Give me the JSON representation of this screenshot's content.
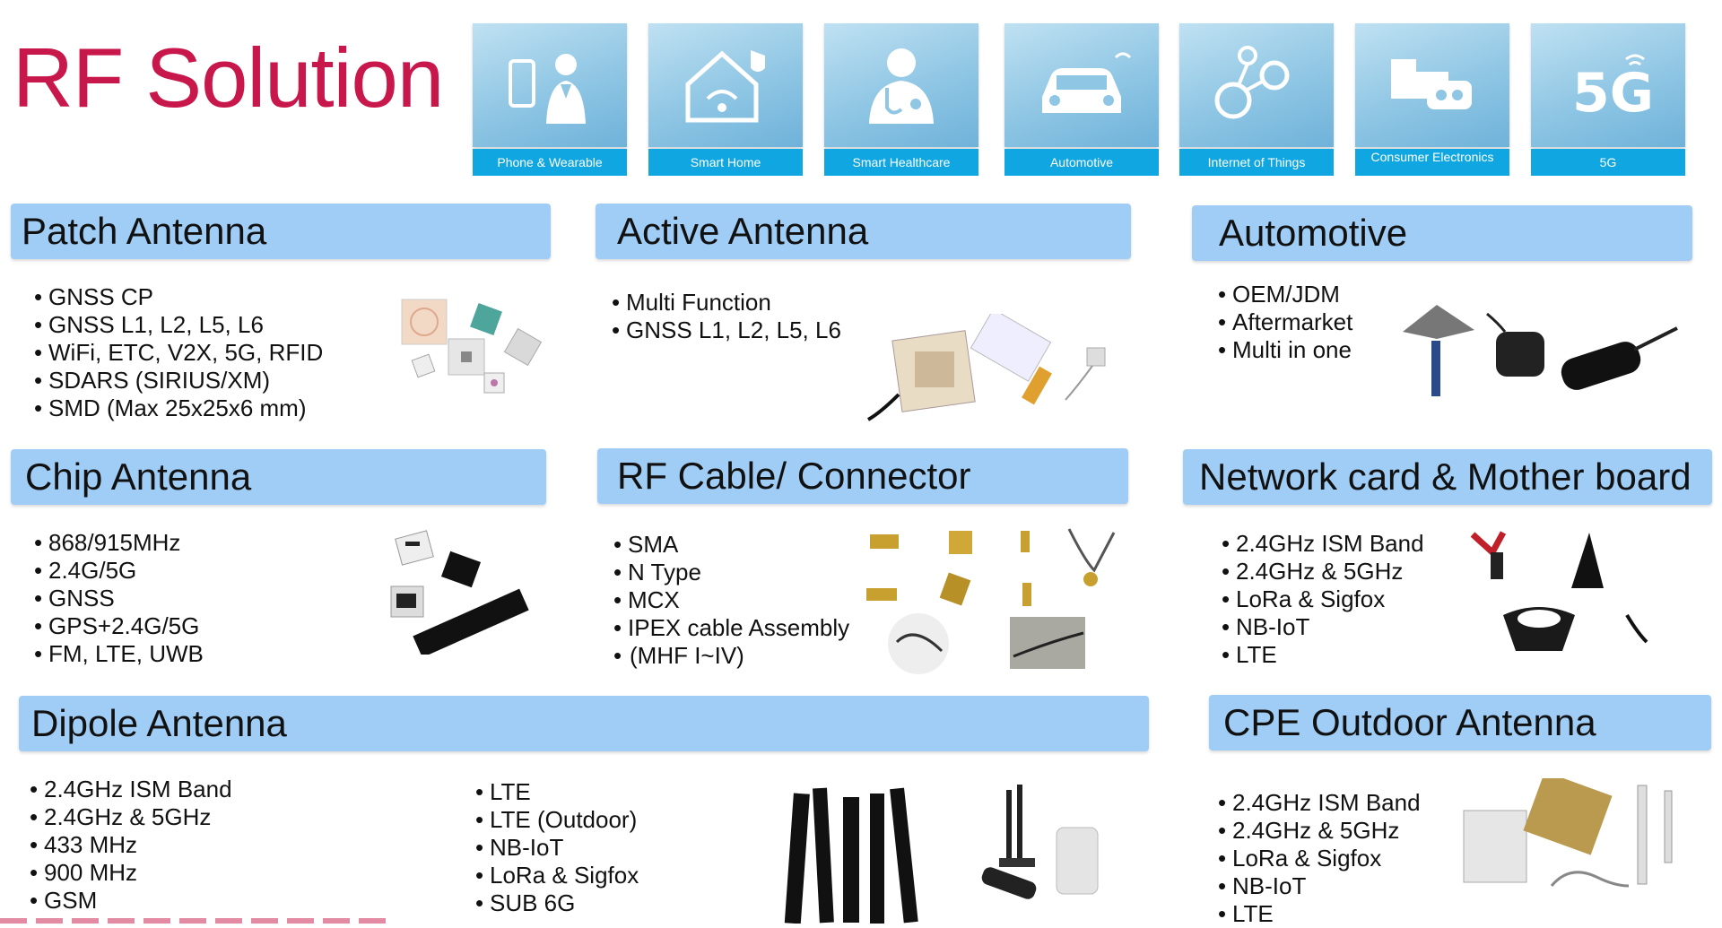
{
  "title": "RF Solution",
  "categories": [
    {
      "label": "Phone & Wearable",
      "icon": "phone-wearable-icon"
    },
    {
      "label": "Smart Home",
      "icon": "smart-home-icon"
    },
    {
      "label": "Smart Healthcare",
      "icon": "healthcare-icon"
    },
    {
      "label": "Automotive",
      "icon": "car-icon"
    },
    {
      "label": "Internet of Things",
      "icon": "iot-icon"
    },
    {
      "label": "Consumer Electronics",
      "icon": "consumer-electronics-icon"
    },
    {
      "label": "5G",
      "icon": "5g-icon"
    }
  ],
  "sections": {
    "patch": {
      "title": "Patch Antenna",
      "items": [
        "GNSS CP",
        "GNSS L1, L2, L5, L6",
        "WiFi, ETC, V2X, 5G, RFID",
        "SDARS (SIRIUS/XM)",
        "SMD (Max 25x25x6 mm)"
      ]
    },
    "active": {
      "title": "Active Antenna",
      "items": [
        "Multi Function",
        "GNSS L1, L2, L5, L6"
      ]
    },
    "automotive": {
      "title": "Automotive",
      "items": [
        "OEM/JDM",
        "Aftermarket",
        "Multi in one"
      ]
    },
    "chip": {
      "title": "Chip Antenna",
      "items": [
        "868/915MHz",
        "2.4G/5G",
        "GNSS",
        "GPS+2.4G/5G",
        "FM, LTE, UWB"
      ]
    },
    "cable": {
      "title": "RF Cable/ Connector",
      "items": [
        "SMA",
        "N Type",
        "MCX",
        "IPEX cable Assembly",
        "(MHF I~IV)"
      ]
    },
    "network": {
      "title": "Network card & Mother board",
      "items": [
        "2.4GHz ISM Band",
        "2.4GHz & 5GHz",
        "LoRa & Sigfox",
        "NB-IoT",
        "LTE"
      ]
    },
    "dipole": {
      "title": "Dipole Antenna",
      "items_left": [
        "2.4GHz ISM Band",
        "2.4GHz & 5GHz",
        "433 MHz",
        "900 MHz",
        "GSM"
      ],
      "items_right": [
        "LTE",
        "LTE (Outdoor)",
        "NB-IoT",
        "LoRa & Sigfox",
        "SUB 6G"
      ]
    },
    "cpe": {
      "title": "CPE Outdoor Antenna",
      "items": [
        "2.4GHz ISM Band",
        "2.4GHz & 5GHz",
        "LoRa & Sigfox",
        "NB-IoT",
        "LTE"
      ]
    }
  },
  "colors": {
    "title": "#c8174a",
    "header": "#9fcdf6",
    "caption": "#0fa6e1"
  }
}
